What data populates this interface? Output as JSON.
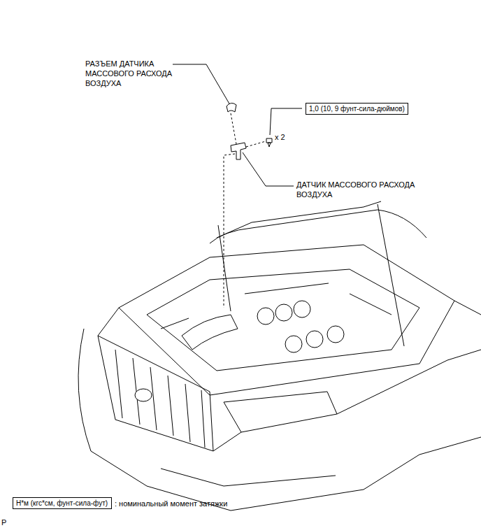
{
  "diagram": {
    "nodes": [
      {
        "text": [
          "1,0 (10, 9 фунт-сила-дюймов)"
        ]
      },
      {
        "text": [
          "Н*м (кгс*см, фунт-сила-фут)"
        ]
      }
    ],
    "edges": [],
    "labels": [
      "РАЗЪЕМ ДАТЧИКА МАССОВОГО РАСХОДА ВОЗДУХА",
      "x 2",
      "ДАТЧИК МАССОВОГО РАСХОДА ВОЗДУХА",
      ": номинальный момент затяжки",
      "P"
    ]
  }
}
